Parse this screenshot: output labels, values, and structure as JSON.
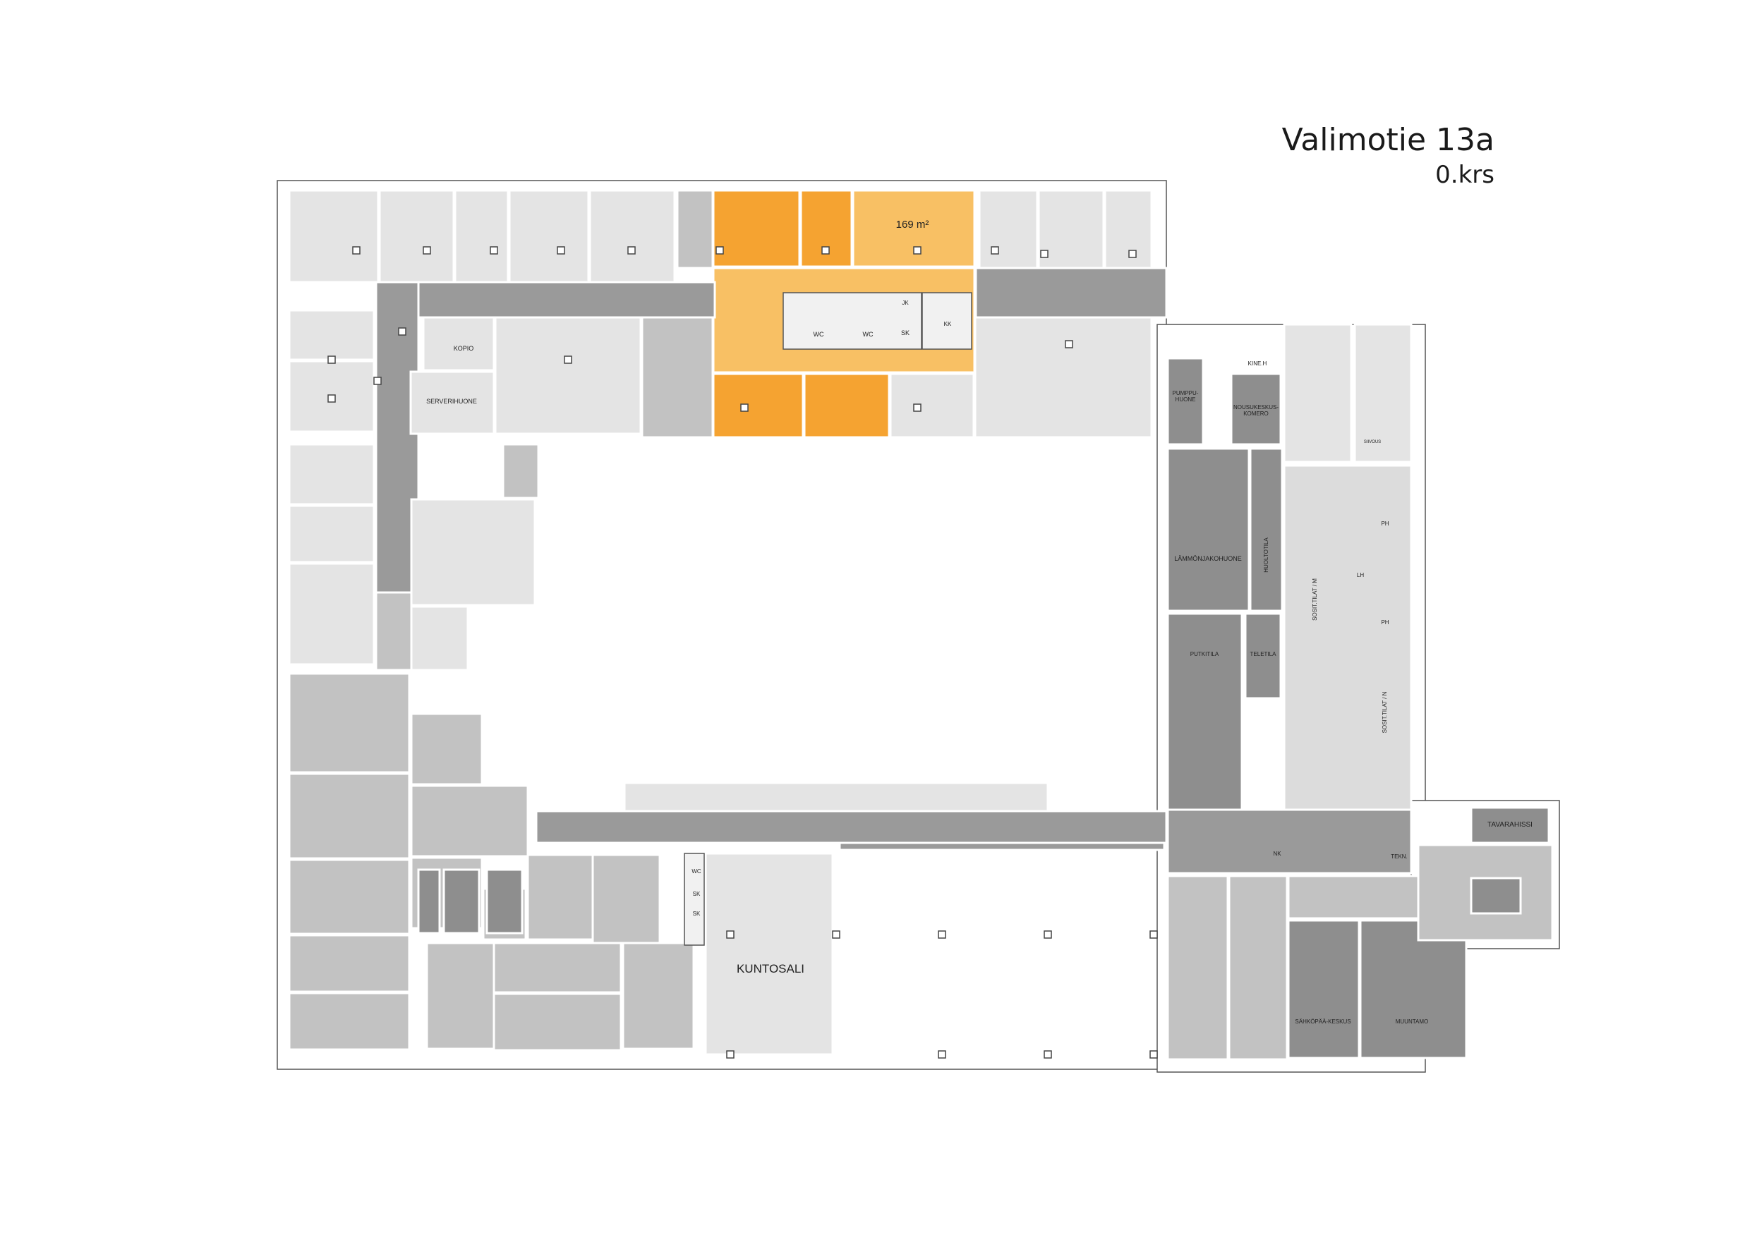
{
  "header": {
    "title": "Valimotie 13a",
    "floor": "0.krs"
  },
  "colors": {
    "wall": "#ffffff",
    "corridor": "#9a9a9a",
    "room_light": "#e4e4e4",
    "room_mid": "#c2c2c2",
    "room_dark": "#8e8e8e",
    "highlight_dark": "#f5a331",
    "highlight_light": "#f8c064",
    "line": "#555555"
  },
  "highlight": {
    "area_label": "169 m²"
  },
  "labels": {
    "kopio": "KOPIO",
    "serverihuone": "SERVERIHUONE",
    "wc1": "WC",
    "wc2": "WC",
    "sk": "SK",
    "kk": "KK",
    "jk": "JK",
    "pumppuhuone": "PUMPPU-\nHUONE",
    "nousukeskus": "NOUSUKESKUS-\nKOMERO",
    "kineh": "KINE.H",
    "lammonjakohuone": "LÄMMÖNJAKOHUONE",
    "huoltotila": "HUOLTOTILA",
    "putkitila": "PUTKITILA",
    "teletila": "TELETILA",
    "sosiaalitilat_m": "SOSIT.TILAT / M",
    "sosiaalitilat_n": "SOSIT.TILAT / N",
    "ph1": "PH",
    "ph2": "PH",
    "lh": "LH",
    "siivous": "SIIVOUS",
    "tekn": "TEKN.",
    "nk": "NK",
    "tavarahissi": "TAVARAHISSI",
    "kuntosali": "KUNTOSALI",
    "wc3": "WC",
    "sk2": "SK",
    "sk3": "SK",
    "sahkopaakeskus": "SÄHKÖPÄÄ-KESKUS",
    "muuntamo": "MUUNTAMO"
  }
}
